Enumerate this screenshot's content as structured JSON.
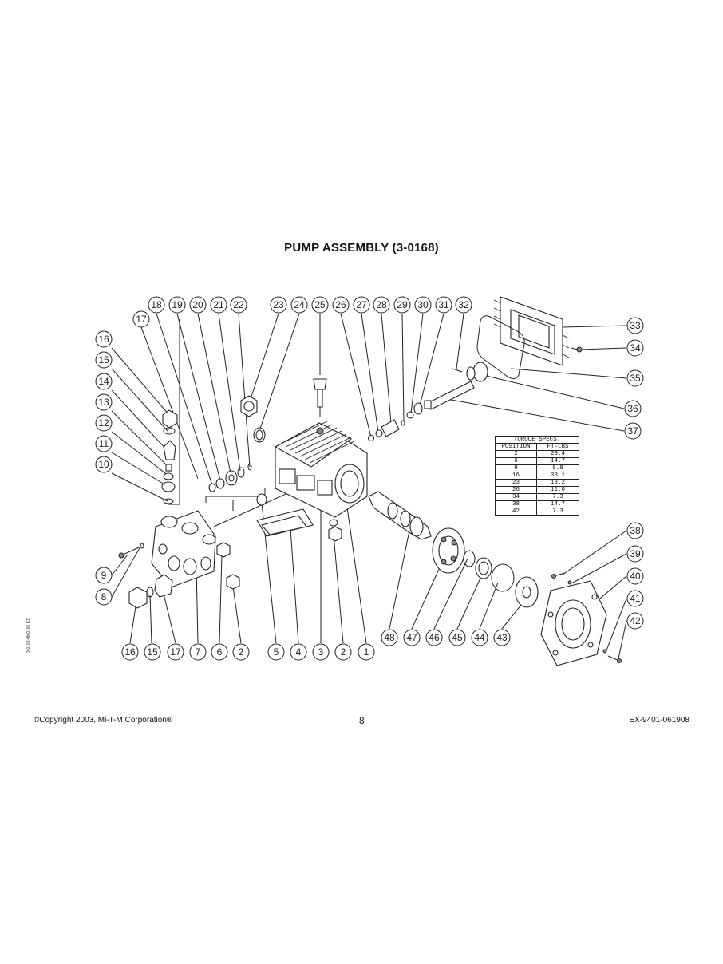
{
  "title": "PUMP ASSEMBLY (3-0168)",
  "callouts_top": [
    "18",
    "19",
    "20",
    "21",
    "22",
    "23",
    "24",
    "25",
    "26",
    "27",
    "28",
    "29",
    "30",
    "31",
    "32"
  ],
  "callouts_left": [
    "17",
    "16",
    "15",
    "14",
    "13",
    "12",
    "11",
    "10",
    "9",
    "8"
  ],
  "callouts_right": [
    "33",
    "34",
    "35",
    "36",
    "37",
    "38",
    "39",
    "40",
    "41",
    "42"
  ],
  "callouts_bottom": [
    "16",
    "15",
    "17",
    "7",
    "6",
    "2",
    "5",
    "4",
    "3",
    "2",
    "1",
    "48",
    "47",
    "46",
    "45",
    "44",
    "43"
  ],
  "torque_table": {
    "caption": "TORQUE SPECS.",
    "headers": [
      "POSITION",
      "FT–LBS"
    ],
    "rows": [
      [
        "2",
        "29.4"
      ],
      [
        "6",
        "14.7"
      ],
      [
        "9",
        "8.8"
      ],
      [
        "16",
        "33.1"
      ],
      [
        "23",
        "13.2"
      ],
      [
        "26",
        "11.0"
      ],
      [
        "34",
        "7.3"
      ],
      [
        "38",
        "14.7"
      ],
      [
        "42",
        "7.3"
      ]
    ]
  },
  "side_code": "3-0168-0M0166 KZ",
  "footer": {
    "copyright": "©Copyright 2003, Mi-T-M Corporation®",
    "page_number": "8",
    "doc_code": "EX-9401-061908"
  }
}
